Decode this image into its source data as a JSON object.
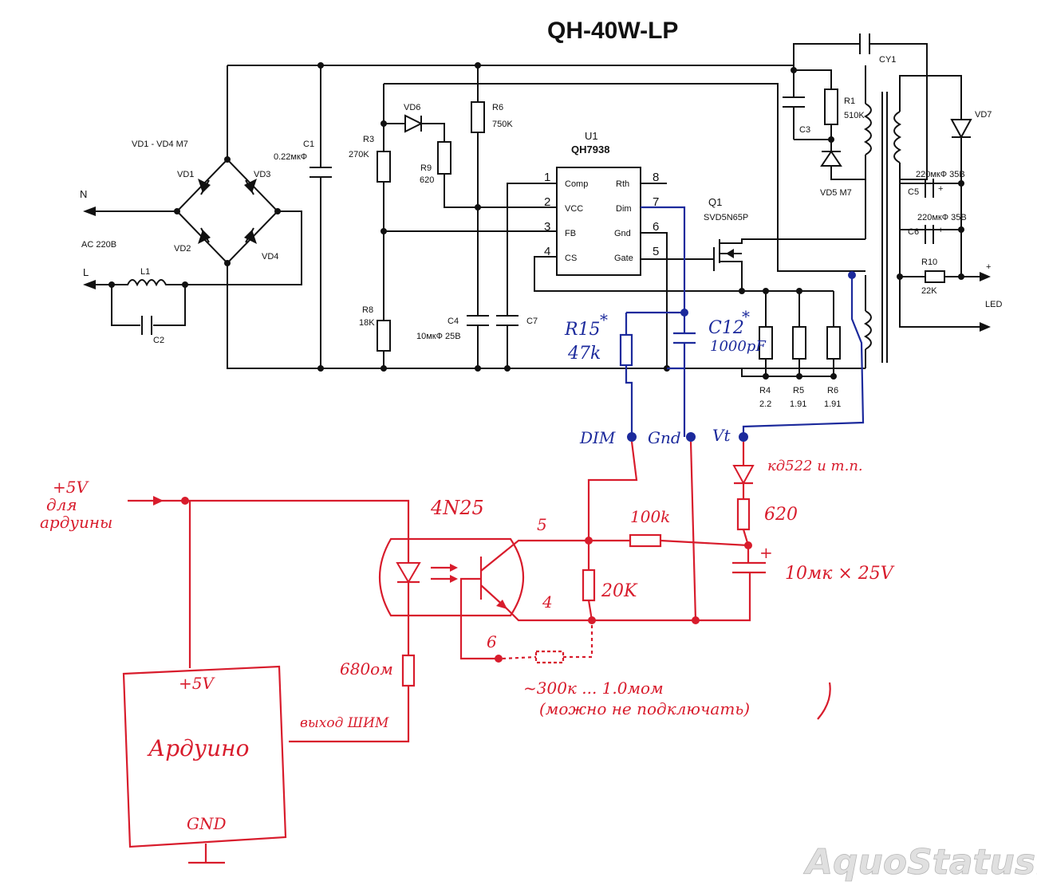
{
  "title": "QH-40W-LP",
  "watermark": "AquoStatus.ru",
  "colors": {
    "print": "#111111",
    "blue_mod": "#1c2a9c",
    "red_mod": "#d81c2c"
  },
  "printed": {
    "bridge": "VD1 - VD4 M7",
    "vd1": "VD1",
    "vd2": "VD2",
    "vd3": "VD3",
    "vd4": "VD4",
    "n": "N",
    "l": "L",
    "ac": "AC 220В",
    "l1": "L1",
    "c2": "C2",
    "c1": "C1",
    "c1_val": "0.22мкФ",
    "r3": "R3",
    "r3_val": "270K",
    "vd6": "VD6",
    "r9": "R9",
    "r9_val": "620",
    "r6": "R6",
    "r6_val": "750K",
    "r8": "R8",
    "r8_val": "18K",
    "c4": "C4",
    "c4_val": "10мкФ 25В",
    "c7": "C7",
    "u1": "U1",
    "u1_part": "QH7938",
    "comp": "Comp",
    "vcc": "VCC",
    "fb": "FB",
    "cs": "CS",
    "rth": "Rth",
    "dim": "Dim",
    "gnd": "Gnd",
    "gate": "Gate",
    "p1": "1",
    "p2": "2",
    "p3": "3",
    "p4": "4",
    "p5": "5",
    "p6": "6",
    "p7": "7",
    "p8": "8",
    "q1": "Q1",
    "q1_part": "SVD5N65P",
    "c3": "C3",
    "r1": "R1",
    "r1_val": "510K",
    "vd5": "VD5 M7",
    "cy1": "CY1",
    "vd7": "VD7",
    "c5": "C5",
    "c5_val": "220мкФ 35В",
    "c6": "C6",
    "c6_val": "220мкФ 35В",
    "r10": "R10",
    "r10_val": "22K",
    "plus": "+",
    "led": "LED",
    "r4": "R4",
    "r4_val": "2.2",
    "r5": "R5",
    "r5_val": "1.91",
    "r6b": "R6",
    "r6b_val": "1.91"
  },
  "blue": {
    "r15": "R15",
    "star": "*",
    "r15_val": "47k",
    "c12": "C12",
    "c12_val": "1000pF",
    "dim": "DIM",
    "gnd": "Gnd",
    "vt": "Vt"
  },
  "red": {
    "v5": "+5V",
    "for_arduino_1": "для",
    "for_arduino_2": "ардуины",
    "opto": "4N25",
    "pin5": "5",
    "pin4": "4",
    "pin6": "6",
    "r100k": "100k",
    "r20k": "20K",
    "diode": "кд522 и т.п.",
    "r620": "620",
    "cap": "10мк × 25V",
    "plus": "+",
    "r680": "680ом",
    "r_opt": "~300к ... 1.0мом",
    "r_opt_note": "(можно не подключать)",
    "pwm": "выход ШИМ",
    "ard_v5": "+5V",
    "arduino": "Ардуино",
    "ard_gnd": "GND"
  }
}
